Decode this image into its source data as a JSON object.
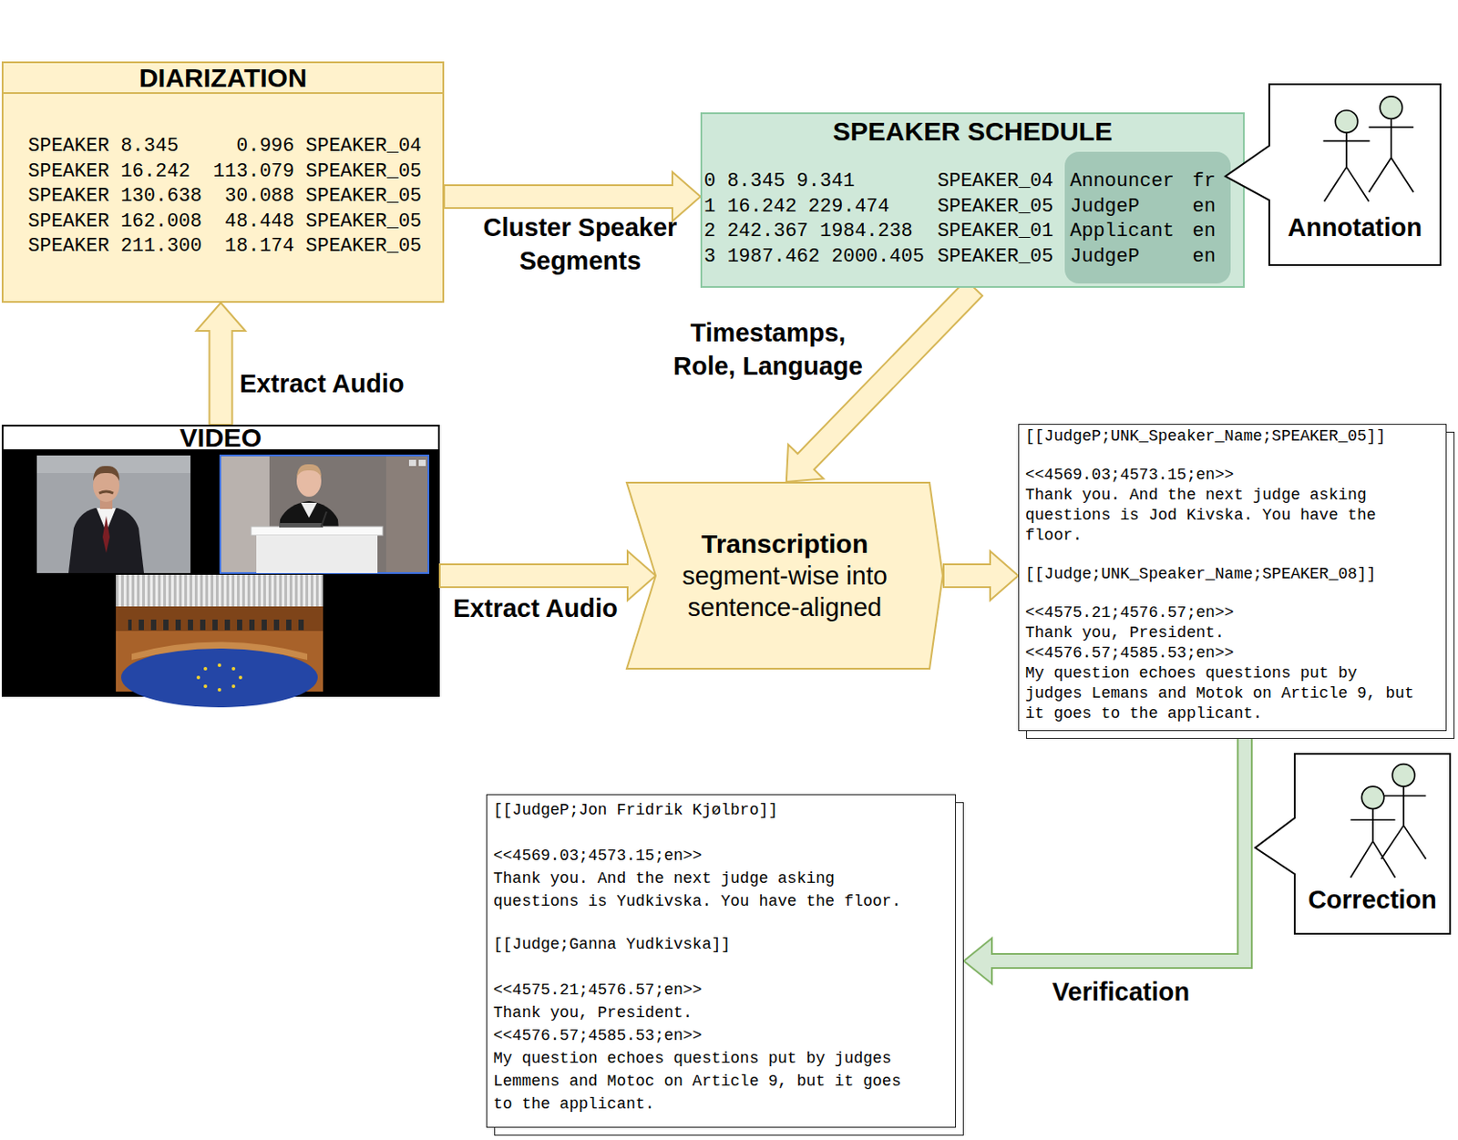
{
  "diagram": {
    "nodes": [
      {
        "text": [
          "DIARIZATION",
          "SPEAKER",
          "8.345",
          "0.996",
          "SPEAKER_04",
          "SPEAKER",
          "16.242",
          "113.079",
          "SPEAKER_05",
          "SPEAKER",
          "130.638",
          "30.088",
          "SPEAKER_05",
          "SPEAKER",
          "162.008",
          "48.448",
          "SPEAKER_05",
          "SPEAKER",
          "211.300",
          "18.174",
          "SPEAKER_05"
        ]
      },
      {
        "text": [
          "SPEAKER SCHEDULE",
          "0 8.345 9.341",
          "SPEAKER_04",
          "1 16.242 229.474",
          "SPEAKER_05",
          "2 242.367 1984.238",
          "SPEAKER_01",
          "3 1987.462 2000.405",
          "SPEAKER_05"
        ]
      },
      {
        "text": [
          "Announcer",
          "fr",
          "JudgeP",
          "en",
          "Applicant",
          "en",
          "JudgeP",
          "en"
        ],
        "in": 1
      },
      {
        "text": [
          "Annotation"
        ]
      },
      {
        "text": [
          "VIDEO"
        ]
      },
      {
        "text": [
          "Transcription",
          "segment-wise into sentence-aligned"
        ]
      },
      {
        "text": [
          "[[JudgeP;UNK_Speaker_Name;SPEAKER_05]]",
          "<<4569.03;4573.15;en>>",
          "Thank you. And the next judge asking questions is Jod Kivska. You have the floor.",
          "[[Judge;UNK_Speaker_Name;SPEAKER_08]]",
          "<<4575.21;4576.57;en>>",
          "Thank you, President.",
          "<<4576.57;4585.53;en>>",
          "My question echoes questions put by judges Lemans and Motok on Article 9, but it goes to the applicant."
        ]
      },
      {
        "text": [
          "Correction"
        ]
      },
      {
        "text": [
          "[[JudgeP;Jon Fridrik Kjølbro]]",
          "<<4569.03;4573.15;en>>",
          "Thank you. And the next judge asking questions is Yudkivska. You have the floor.",
          "[[Judge;Ganna Yudkivska]]",
          "<<4575.21;4576.57;en>>",
          "Thank you, President.",
          "<<4576.57;4585.53;en>>",
          "My question echoes questions put by judges Lemmens and Motoc on Article 9, but it goes to the applicant."
        ]
      }
    ],
    "edges": [
      {
        "from": 4,
        "to": 0,
        "arrow": "to",
        "label": "Extract Audio"
      },
      {
        "from": 0,
        "to": 1,
        "arrow": "to",
        "label": "Cluster Speaker Segments"
      },
      {
        "from": 1,
        "to": 5,
        "arrow": "to",
        "label": "Timestamps, Role, Language"
      },
      {
        "from": 4,
        "to": 5,
        "arrow": "to",
        "label": "Extract Audio"
      },
      {
        "from": 5,
        "to": 6,
        "arrow": "to"
      },
      {
        "from": 6,
        "to": 8,
        "arrow": "to",
        "label": "Verification"
      }
    ]
  }
}
